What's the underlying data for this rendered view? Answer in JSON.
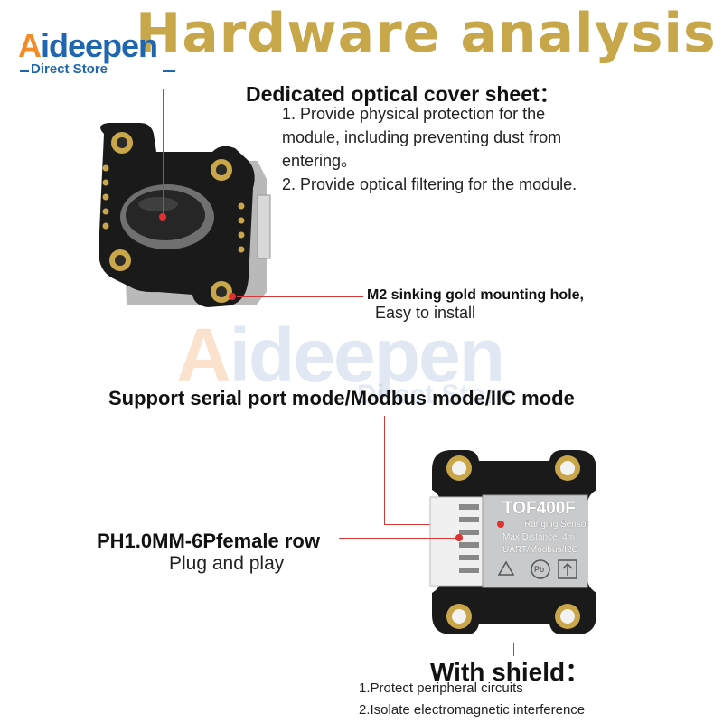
{
  "header": {
    "title": "Hardware analysis"
  },
  "logo": {
    "brand_a": "A",
    "brand_rest": "ideepen",
    "subtitle": "Direct Store"
  },
  "watermark": {
    "brand_a": "A",
    "brand_rest": "ideepen",
    "subtitle": "Direct Store"
  },
  "cover_sheet": {
    "heading": "Dedicated optical cover sheet：",
    "line1": "1. Provide physical protection for the",
    "line2": "module, including preventing dust from",
    "line3": "entering。",
    "line4": "2. Provide optical filtering for the module."
  },
  "mounting_hole": {
    "heading": "M2 sinking gold mounting hole,",
    "subtext": "Easy to install"
  },
  "modes": {
    "heading": "Support serial port mode/Modbus mode/IIC mode"
  },
  "connector": {
    "heading": "PH1.0MM-6Pfemale row",
    "subtext": "Plug and play"
  },
  "shield_chip": {
    "model": "TOF400F",
    "type": "Ranging Sensor",
    "distance": "Max Distance: 4m",
    "interfaces": "UART/Modbus/I2C",
    "pb_mark": "Pb"
  },
  "shield": {
    "heading": "With shield：",
    "point1": "1.Protect peripheral circuits",
    "point2": "2.Isolate electromagnetic interference"
  },
  "colors": {
    "title_gold": "#c8a74a",
    "callout_red": "#d23a3a",
    "logo_orange": "#f28c28",
    "logo_blue": "#1f66b0"
  }
}
